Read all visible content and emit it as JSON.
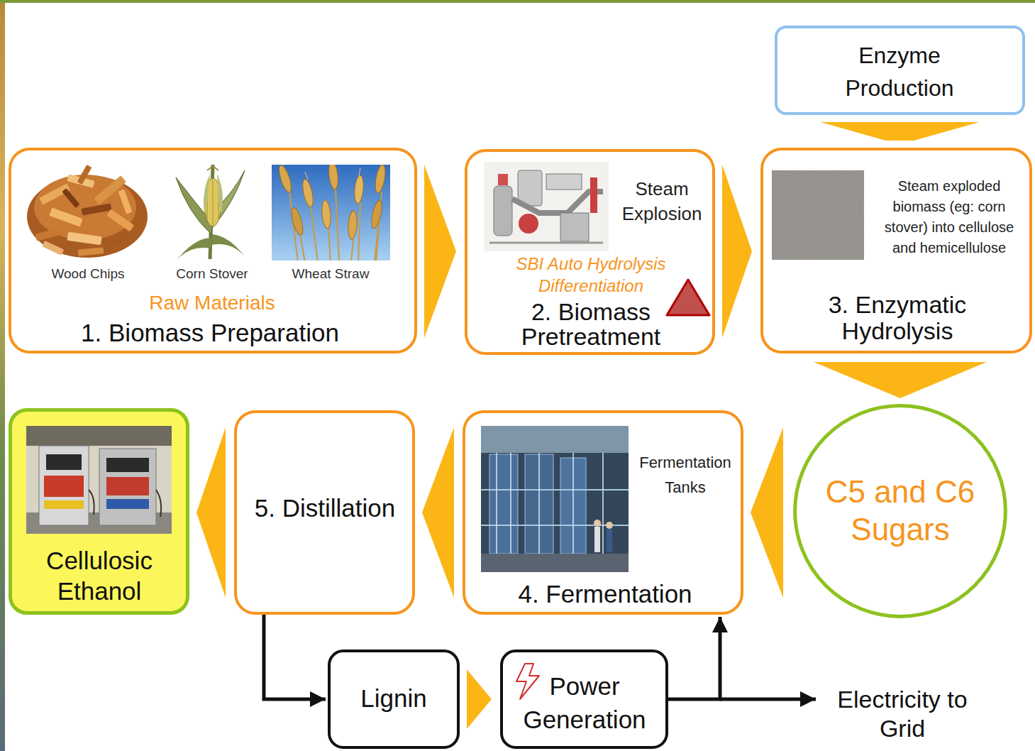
{
  "diagram": {
    "nodes": [
      {
        "text": [
          "Enzyme Production"
        ]
      },
      {
        "text": [
          "Wood Chips",
          "Corn Stover",
          "Wheat Straw",
          "Raw Materials",
          "1. Biomass Preparation"
        ]
      },
      {
        "text": [
          "Steam Explosion",
          "SBI Auto Hydrolysis Differentiation",
          "2. Biomass Pretreatment"
        ]
      },
      {
        "text": [
          "Steam exploded biomass (eg: corn stover) into cellulose and hemicellulose",
          "3. Enzymatic Hydrolysis"
        ]
      },
      {
        "text": [
          "Cellulosic Ethanol"
        ]
      },
      {
        "text": [
          "5. Distillation"
        ]
      },
      {
        "text": [
          "Fermentation Tanks",
          "4. Fermentation"
        ]
      },
      {
        "text": [
          "C5 and C6 Sugars"
        ]
      },
      {
        "text": [
          "Lignin"
        ]
      },
      {
        "text": [
          "Power Generation"
        ]
      }
    ],
    "edges": [
      {
        "from": 1,
        "to": 2,
        "arrow": "to"
      },
      {
        "from": 2,
        "to": 3,
        "arrow": "to"
      },
      {
        "from": 0,
        "to": 3,
        "arrow": "to"
      },
      {
        "from": 3,
        "to": 7,
        "arrow": "to"
      },
      {
        "from": 7,
        "to": 6,
        "arrow": "to"
      },
      {
        "from": 6,
        "to": 5,
        "arrow": "to"
      },
      {
        "from": 5,
        "to": 4,
        "arrow": "to"
      },
      {
        "from": 5,
        "to": 8,
        "arrow": "to"
      },
      {
        "from": 8,
        "to": 9,
        "arrow": "to"
      },
      {
        "from": 9,
        "to": 6,
        "arrow": "to"
      }
    ],
    "labels": [
      "Electricity to Grid"
    ]
  }
}
